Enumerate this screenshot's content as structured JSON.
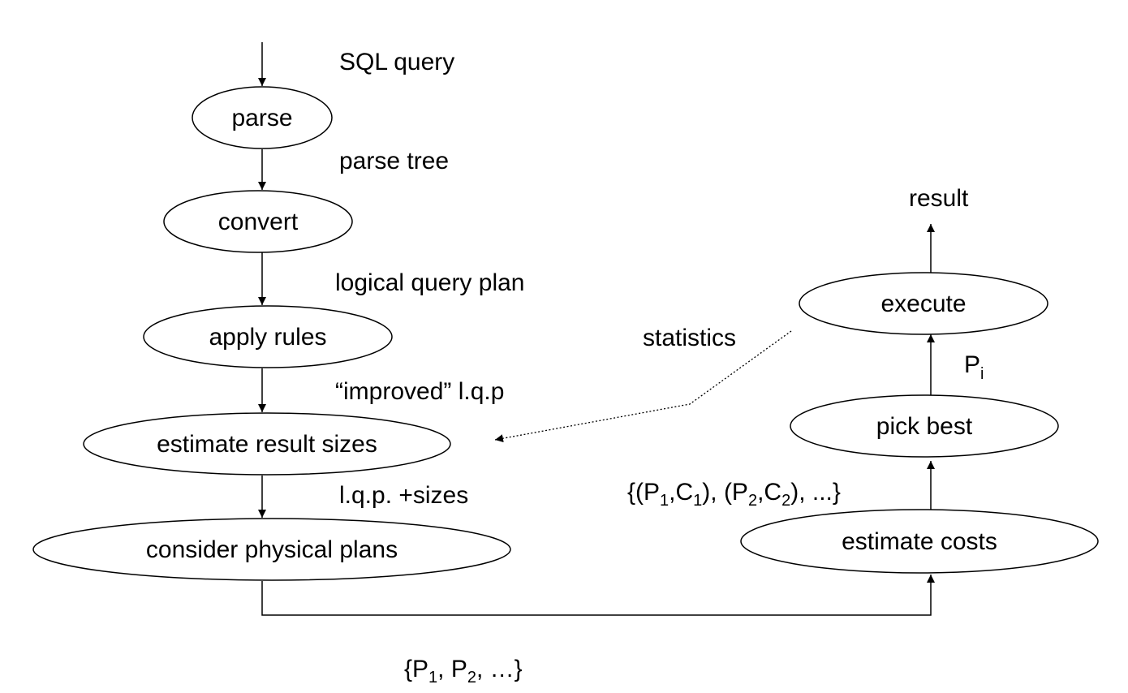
{
  "nodes": {
    "parse": "parse",
    "convert": "convert",
    "apply_rules": "apply rules",
    "estimate_result_sizes": "estimate result sizes",
    "consider_physical_plans": "consider physical plans",
    "estimate_costs": "estimate costs",
    "pick_best": "pick best",
    "execute": "execute"
  },
  "edge_labels": {
    "sql_query": "SQL query",
    "parse_tree": "parse tree",
    "logical_query_plan": "logical query plan",
    "improved_lqp": "“improved” l.q.p",
    "lqp_sizes": "l.q.p. +sizes",
    "statistics": "statistics",
    "result": "result",
    "pi": {
      "base": "P",
      "sub": "i"
    },
    "plans_costs": {
      "open": "{(P",
      "s1": "1",
      "c1": ",C",
      "s2": "1",
      "mid": "), (P",
      "s3": "2",
      "c2": ",C",
      "s4": "2",
      "close": "), ...}"
    },
    "plans_set": {
      "open": "{P",
      "s1": "1",
      "mid": ", P",
      "s2": "2",
      "close": ", …}"
    }
  }
}
